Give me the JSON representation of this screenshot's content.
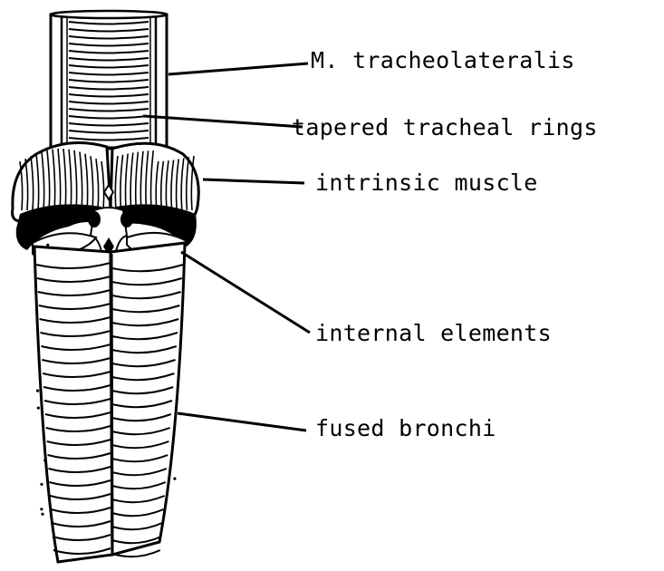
{
  "labels": [
    "M. tracheolateralis",
    "tapered tracheal rings",
    "intrinsic muscle",
    "internal elements",
    "fused bronchi"
  ],
  "colors": {
    "ink": "#000000",
    "paper": "#ffffff"
  }
}
